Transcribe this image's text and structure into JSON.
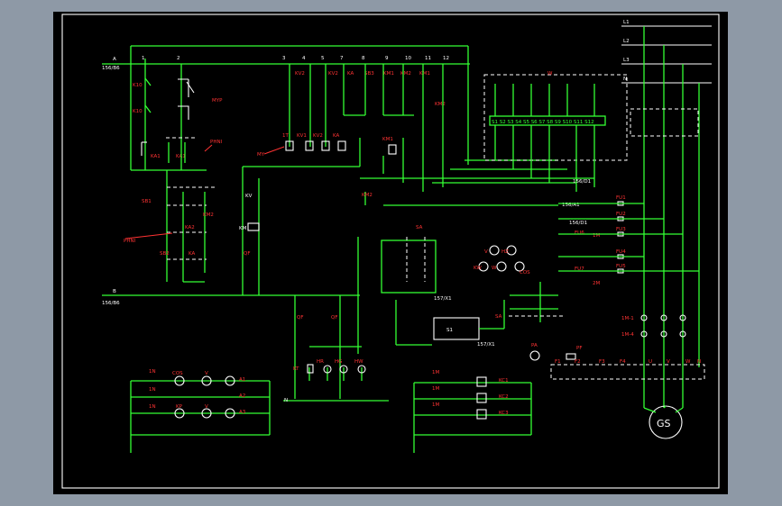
{
  "buses": {
    "A": "A",
    "B": "B",
    "A_ref": "156/B6",
    "B_ref": "156/B6",
    "N": "N"
  },
  "phases": [
    "L1",
    "L2",
    "L3",
    "N"
  ],
  "wire_numbers_top": [
    "1",
    "2",
    "3",
    "4",
    "5",
    "7",
    "8",
    "9",
    "10",
    "11",
    "12"
  ],
  "relays_top": [
    "KV2",
    "KV2",
    "KA",
    "SB3",
    "KM1",
    "KM2",
    "KM1",
    "KM2"
  ],
  "coils": [
    "1T",
    "KV1",
    "KV2",
    "KA",
    "KM1"
  ],
  "left_devices": [
    "K10",
    "K10",
    "KA1",
    "KA1",
    "SB1",
    "KA2",
    "SB2",
    "KA",
    "KM2"
  ],
  "relay_labels": [
    "KV",
    "KM",
    "QF"
  ],
  "terminal_strip": "S1 S2 S3 S4 S5 S6 S7 S8 S9 S10 S11 S12",
  "terminal_label": "W",
  "refs": {
    "r1": "156/D1",
    "r2": "156/A1",
    "r3": "156/D1",
    "r4": "157/X1",
    "r5": "157/X1"
  },
  "fuses": [
    "FU1",
    "FU2",
    "FU3",
    "FU4",
    "FU5",
    "FU6",
    "FU7"
  ],
  "transformers": [
    "1M",
    "2M"
  ],
  "meters_mid": [
    "V",
    "HZ",
    "KW",
    "W",
    "COS"
  ],
  "sa_label": "SA",
  "s1_label": "S1",
  "pa_label": "PA",
  "pf_label": "PF",
  "bottom_left": [
    "1N",
    "COS",
    "V",
    "A1",
    "1N",
    "A2",
    "1N",
    "KP",
    "V",
    "A3"
  ],
  "bottom_mid": [
    "QF",
    "QF",
    "KT",
    "HR",
    "HG",
    "HW"
  ],
  "bottom_right": [
    "1M",
    "1M",
    "1M",
    "KC1",
    "KC2",
    "KC3"
  ],
  "gen_terms": [
    "F1",
    "F2",
    "F3",
    "F4",
    "U",
    "V",
    "W",
    "N"
  ],
  "ct_labels": [
    "1M-1",
    "1M-4"
  ],
  "generator": "GS",
  "colors": {
    "background": "#8e99a6",
    "sheet": "#000000",
    "wire": "#33ff33",
    "label": "#ff3333",
    "white": "#ffffff"
  }
}
